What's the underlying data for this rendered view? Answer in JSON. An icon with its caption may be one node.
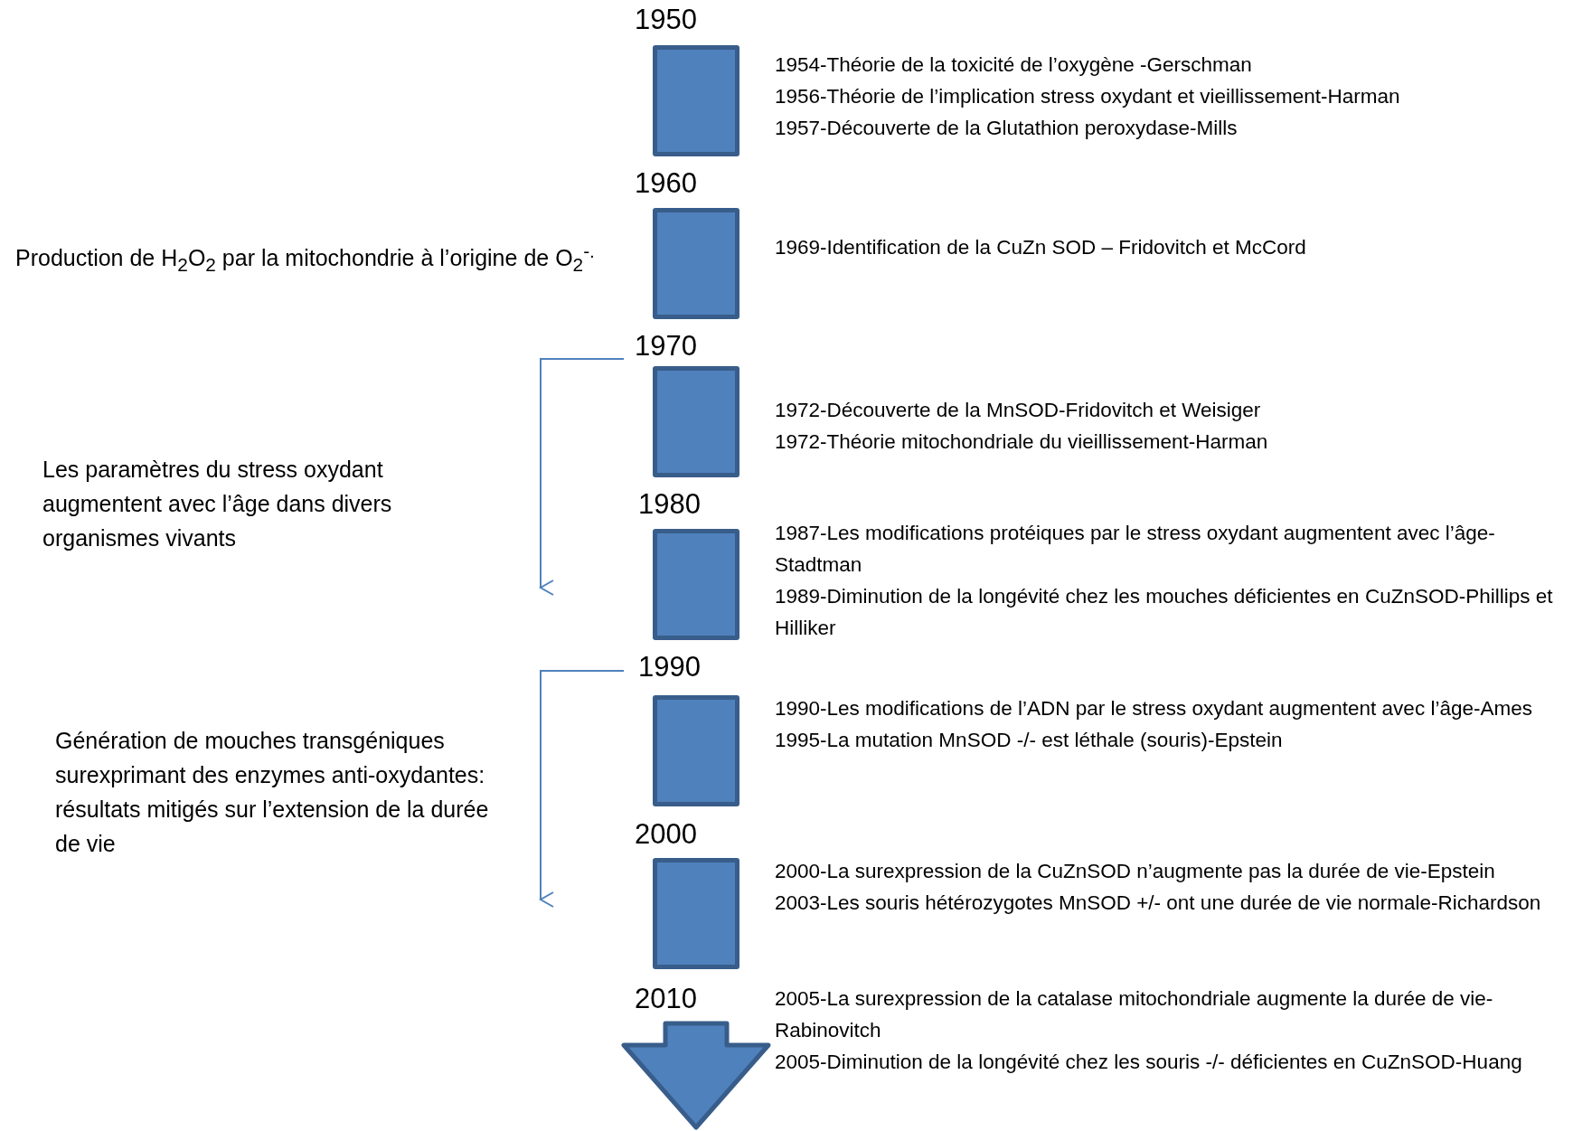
{
  "diagram": {
    "nodes": [
      {
        "text": [
          "1950"
        ],
        "beside": [
          "1954-Théorie de la toxicité de l’oxygène -Gerschman",
          "1956-Théorie de l’implication stress oxydant et vieillissement-Harman",
          "1957-Découverte de la Glutathion peroxydase-Mills"
        ]
      },
      {
        "text": [
          "1960"
        ],
        "beside": [
          "1969-Identification de la CuZn SOD – Fridovitch et McCord"
        ]
      },
      {
        "text": [
          "1970"
        ],
        "beside": [
          "1972-Découverte de la MnSOD-Fridovitch et Weisiger",
          "1972-Théorie mitochondriale du vieillissement-Harman"
        ]
      },
      {
        "text": [
          "1980"
        ],
        "beside": [
          "1987-Les modifications protéiques par le stress oxydant augmentent avec l’âge-Stadtman",
          "1989-Diminution de la longévité chez les mouches déficientes en CuZnSOD-Phillips et Hilliker"
        ]
      },
      {
        "text": [
          "1990"
        ],
        "beside": [
          "1990-Les modifications de l’ADN par le stress oxydant augmentent avec l’âge-Ames",
          "1995-La mutation MnSOD -/- est léthale (souris)-Epstein"
        ]
      },
      {
        "text": [
          "2000"
        ],
        "beside": [
          "2000-La surexpression de la CuZnSOD n’augmente pas la durée de vie-Epstein",
          "2003-Les souris hétérozygotes MnSOD +/- ont une durée de vie normale-Richardson"
        ]
      },
      {
        "text": [
          "2010"
        ],
        "beside": [
          "2005-La surexpression de la catalase mitochondriale augmente la durée de vie-Rabinovitch",
          "2005-Diminution de la longévité chez les souris -/- déficientes en CuZnSOD-Huang"
        ]
      }
    ],
    "labels": [
      "Production de H$_{2}$O$_{2}$ par la mitochondrie à l’origine de O$_{2}$$^{-.}$",
      "Les paramètres du stress oxydant augmentent avec l’âge dans divers organismes vivants",
      "Génération de mouches transgéniques surexprimant des enzymes anti-oxydantes: résultats mitigés sur l’extension de la durée de vie"
    ]
  }
}
